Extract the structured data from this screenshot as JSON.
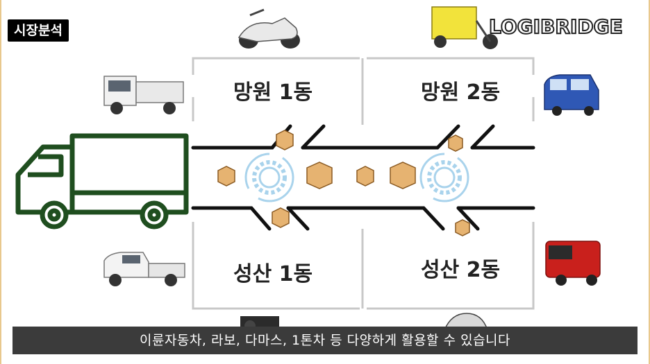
{
  "badge": {
    "text": "시장분석"
  },
  "brand": {
    "text": "LOGIBRIDGE"
  },
  "zones": {
    "mangwon1": "망원 1동",
    "mangwon2": "망원 2동",
    "seongsan1": "성산 1동",
    "seongsan2": "성산 2동"
  },
  "caption": {
    "text": "이륜자동차, 라보, 다마스, 1톤차 등 다양하게 활용할 수 있습니다"
  },
  "colors": {
    "truck_outline": "#1f4e1f",
    "road": "#111111",
    "divider": "#c8c8c8",
    "box": "#e6b371",
    "hub": "#a9d3ec",
    "caption_bg": "#3b3b3b"
  },
  "icons": [
    "scooter-icon",
    "cargo-tricycle-icon",
    "mini-truck-icon",
    "van-icon",
    "pickup-truck-icon",
    "ev-delivery-van-icon",
    "box-icon",
    "hub-gear-icon",
    "truck-icon"
  ]
}
